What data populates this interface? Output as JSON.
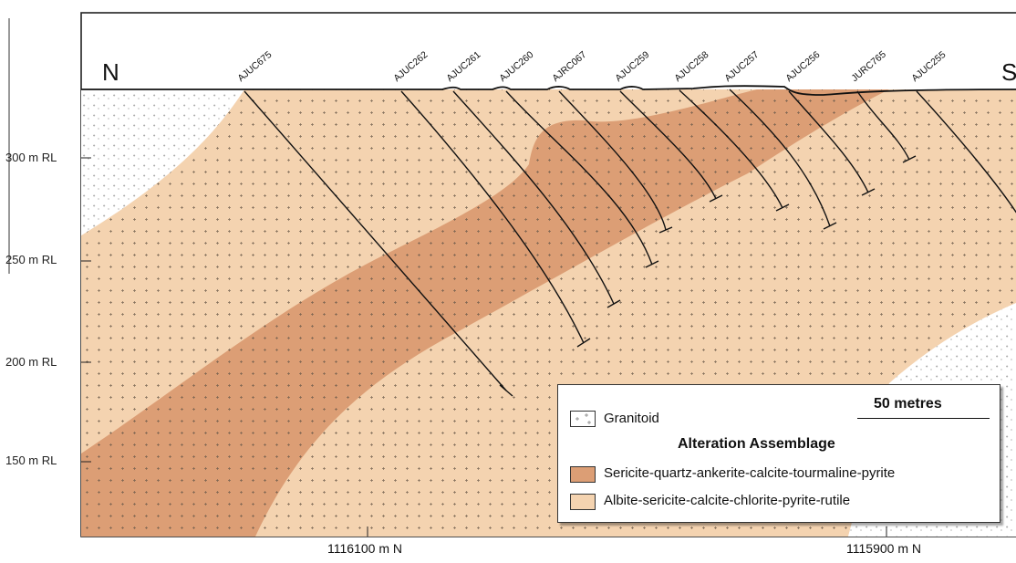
{
  "orientation": {
    "north": "N",
    "south": "S"
  },
  "rl_labels": [
    "300 m RL",
    "250 m RL",
    "200 m RL",
    "150 m RL"
  ],
  "northings": [
    "1116100 m N",
    "1115900 m N"
  ],
  "drillholes": [
    "AJUC675",
    "AJUC262",
    "AJUC261",
    "AJUC260",
    "AJRC067",
    "AJUC259",
    "AJUC258",
    "AJUC257",
    "AJUC256",
    "JURC765",
    "AJUC255"
  ],
  "legend": {
    "granitoid": "Granitoid",
    "scale": "50 metres",
    "heading": "Alteration Assemblage",
    "items": [
      {
        "label": "Sericite-quartz-ankerite-calcite-tourmaline-pyrite",
        "color": "#dc9e75"
      },
      {
        "label": "Albite-sericite-calcite-chlorite-pyrite-rutile",
        "color": "#f4d3b0"
      }
    ]
  },
  "colors": {
    "granitoid": "#ffffff",
    "outer_alteration": "#f4d3b0",
    "inner_alteration": "#dc9e75",
    "drill_trace": "#111111"
  }
}
